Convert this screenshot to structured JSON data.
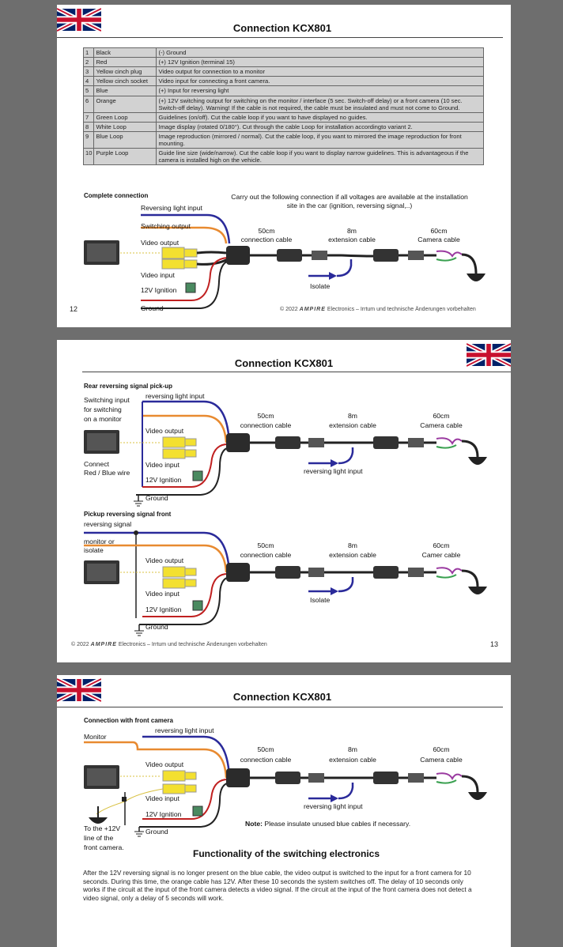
{
  "doc": {
    "title": "Connection KCX801",
    "brand": "AMPIRE",
    "footer_year": "2022",
    "footer_rest": "Electronics – Irrtum und technische Änderungen vorbehalten",
    "copyright_symbol": "©",
    "flag_icon": "uk-flag-icon"
  },
  "page1": {
    "page_number": "12",
    "table": [
      {
        "n": "1",
        "color": "Black",
        "desc": "(-) Ground"
      },
      {
        "n": "2",
        "color": "Red",
        "desc": "(+) 12V Ignition (terminal 15)"
      },
      {
        "n": "3",
        "color": "Yellow cinch plug",
        "desc": "Video output for connection to a monitor"
      },
      {
        "n": "4",
        "color": "Yellow cinch socket",
        "desc": "Video input for connecting a front camera."
      },
      {
        "n": "5",
        "color": "Blue",
        "desc": "(+) Input for reversing light"
      },
      {
        "n": "6",
        "color": "Orange",
        "desc": "(+) 12V switching output for switching on the monitor / interface (5 sec. Switch-off delay) or a front camera (10 sec. Switch-off delay). Warning! If the cable is not required, the cable must be insulated and must not come to Ground."
      },
      {
        "n": "7",
        "color": "Green Loop",
        "desc": "Guidelines (on/off). Cut the cable loop if you want to have displayed no guides."
      },
      {
        "n": "8",
        "color": "White Loop",
        "desc": "Image display (rotated 0/180°). Cut through the cable Loop for installation accordingto variant 2."
      },
      {
        "n": "9",
        "color": "Blue Loop",
        "desc": "Image reproduction (mirrored / normal). Cut the cable loop, if you want to mirrored the image reproduction for front mounting."
      },
      {
        "n": "10",
        "color": "Purple Loop",
        "desc": "Guide line size (wide/narrow). Cut the cable loop if you want to display narrow guidelines. This is advantageous if the camera is installed high on the vehicle."
      }
    ],
    "section": "Complete connection",
    "intro_line1": "Carry out the following connection if all voltages are available at the installation",
    "intro_line2": "site in the car (ignition, reversing signal,..)",
    "labels": {
      "reversing": "Reversing light input",
      "switching": "Switching output",
      "video_out": "Video output",
      "video_in": "Video input",
      "ignition": "12V Ignition",
      "ground": "Ground",
      "c50a": "50cm",
      "c50b": "connection cable",
      "c8a": "8m",
      "c8b": "extension cable",
      "c60a": "60cm",
      "c60b": "Camera cable",
      "isolate": "Isolate"
    }
  },
  "page2": {
    "page_number": "13",
    "section1": "Rear reversing signal pick-up",
    "section2": "Pickup reversing signal front",
    "d1": {
      "switching1": "Switching input",
      "switching2": "for switching",
      "switching3": "on a monitor",
      "reversing": "reversing light input",
      "video_out": "Video output",
      "video_in": "Video input",
      "connect1": "Connect",
      "connect2": "Red / Blue wire",
      "ignition": "12V Ignition",
      "ground": "Ground",
      "c50a": "50cm",
      "c50b": "connection cable",
      "c8a": "8m",
      "c8b": "extension cable",
      "c60a": "60cm",
      "c60b": "Camera cable",
      "rev_in": "reversing light input"
    },
    "d2": {
      "reversing": "reversing signal",
      "monitor1": "monitor or",
      "monitor2": "isolate",
      "video_out": "Video output",
      "video_in": "Video input",
      "ignition": "12V Ignition",
      "ground": "Ground",
      "c50a": "50cm",
      "c50b": "connection cable",
      "c8a": "8m",
      "c8b": "extension cable",
      "c60a": "60cm",
      "c60b": "Camer cable",
      "isolate": "Isolate"
    }
  },
  "page3": {
    "section": "Connection with front camera",
    "labels": {
      "monitor": "Monitor",
      "reversing": "reversing light input",
      "video_out": "Video output",
      "video_in": "Video input",
      "ignition": "12V Ignition",
      "ground": "Ground",
      "front1": "To the +12V",
      "front2": "line of the",
      "front3": "front camera.",
      "c50a": "50cm",
      "c50b": "connection cable",
      "c8a": "8m",
      "c8b": "extension cable",
      "c60a": "60cm",
      "c60b": "Camera cable",
      "rev_in": "reversing light input",
      "note_bold": "Note:",
      "note_rest": "Please insulate unused blue cables if necessary."
    },
    "heading": "Functionality of the switching electronics",
    "paragraph": "After the 12V reversing signal is no longer present on the blue cable, the video output is switched to the input for a front camera for 10 seconds. During this time, the orange cable has 12V. After these 10 seconds the system switches off. The delay of 10 seconds only works if the circuit at the input of the front camera detects a video signal. If the circuit at the input of the front camera does not detect a video signal, only a delay of 5 seconds will work."
  }
}
